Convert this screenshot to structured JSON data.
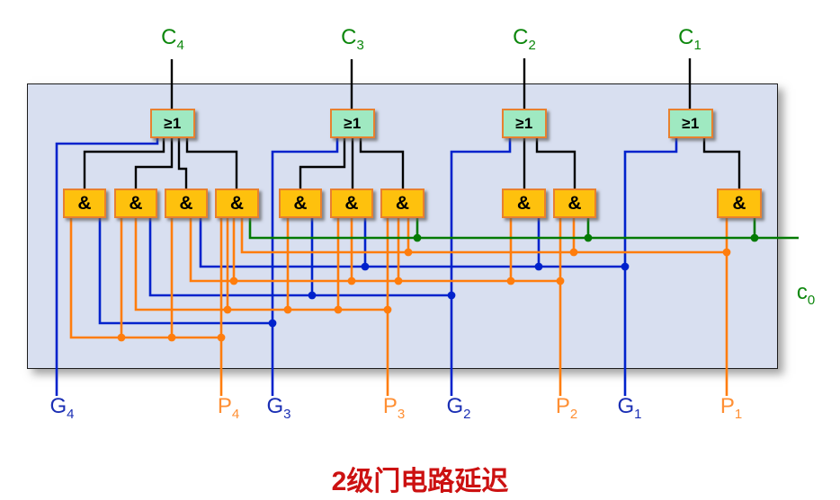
{
  "title": {
    "text": "2级门电路延迟"
  },
  "gates": {
    "or_label": "≥1",
    "and_label": "&"
  },
  "outputs": [
    {
      "base": "C",
      "sub": "4"
    },
    {
      "base": "C",
      "sub": "3"
    },
    {
      "base": "C",
      "sub": "2"
    },
    {
      "base": "C",
      "sub": "1"
    }
  ],
  "inputs": [
    {
      "base": "G",
      "sub": "4"
    },
    {
      "base": "P",
      "sub": "4"
    },
    {
      "base": "G",
      "sub": "3"
    },
    {
      "base": "P",
      "sub": "3"
    },
    {
      "base": "G",
      "sub": "2"
    },
    {
      "base": "P",
      "sub": "2"
    },
    {
      "base": "G",
      "sub": "1"
    },
    {
      "base": "P",
      "sub": "1"
    }
  ],
  "carry_in": {
    "base": "c",
    "sub": "0"
  },
  "colors": {
    "wireBlack": "#000000",
    "wireBlue": "#0022cc",
    "wireOrange": "#ff7d0d",
    "wireGreen": "#047a04",
    "labelGreen": "#0d870d",
    "labelBlue": "#1b2fb4",
    "labelOrange": "#ff8f33",
    "titleRed": "#cc1111",
    "panelFill": "#d8dff0",
    "panelBorder": "#1c1c1c",
    "orFill": "#9fe9c1",
    "andFill": "#fec10d",
    "gateBorder": "#e8802e"
  }
}
